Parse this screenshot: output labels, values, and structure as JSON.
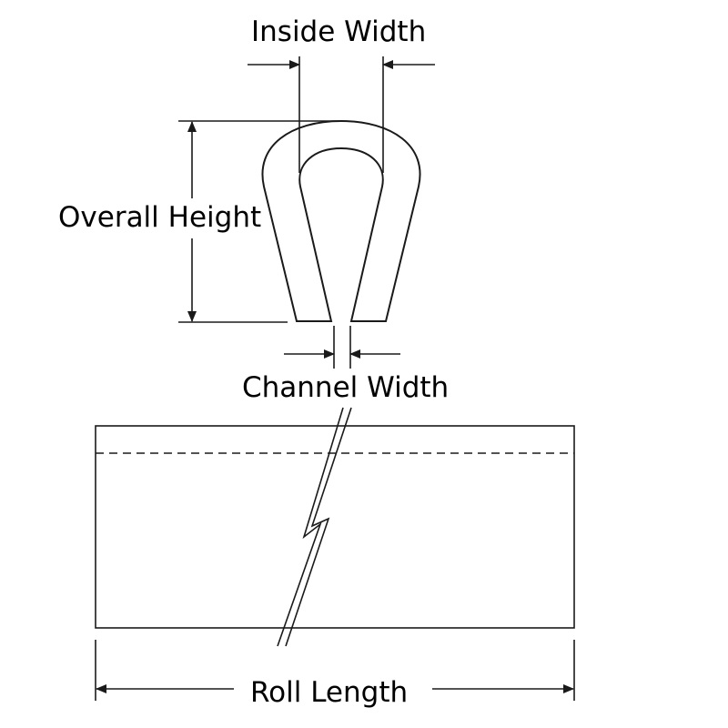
{
  "labels": {
    "inside_width": "Inside Width",
    "overall_height": "Overall Height",
    "channel_width": "Channel Width",
    "roll_length": "Roll Length"
  },
  "colors": {
    "line": "#1a1a1a",
    "background": "#ffffff"
  }
}
